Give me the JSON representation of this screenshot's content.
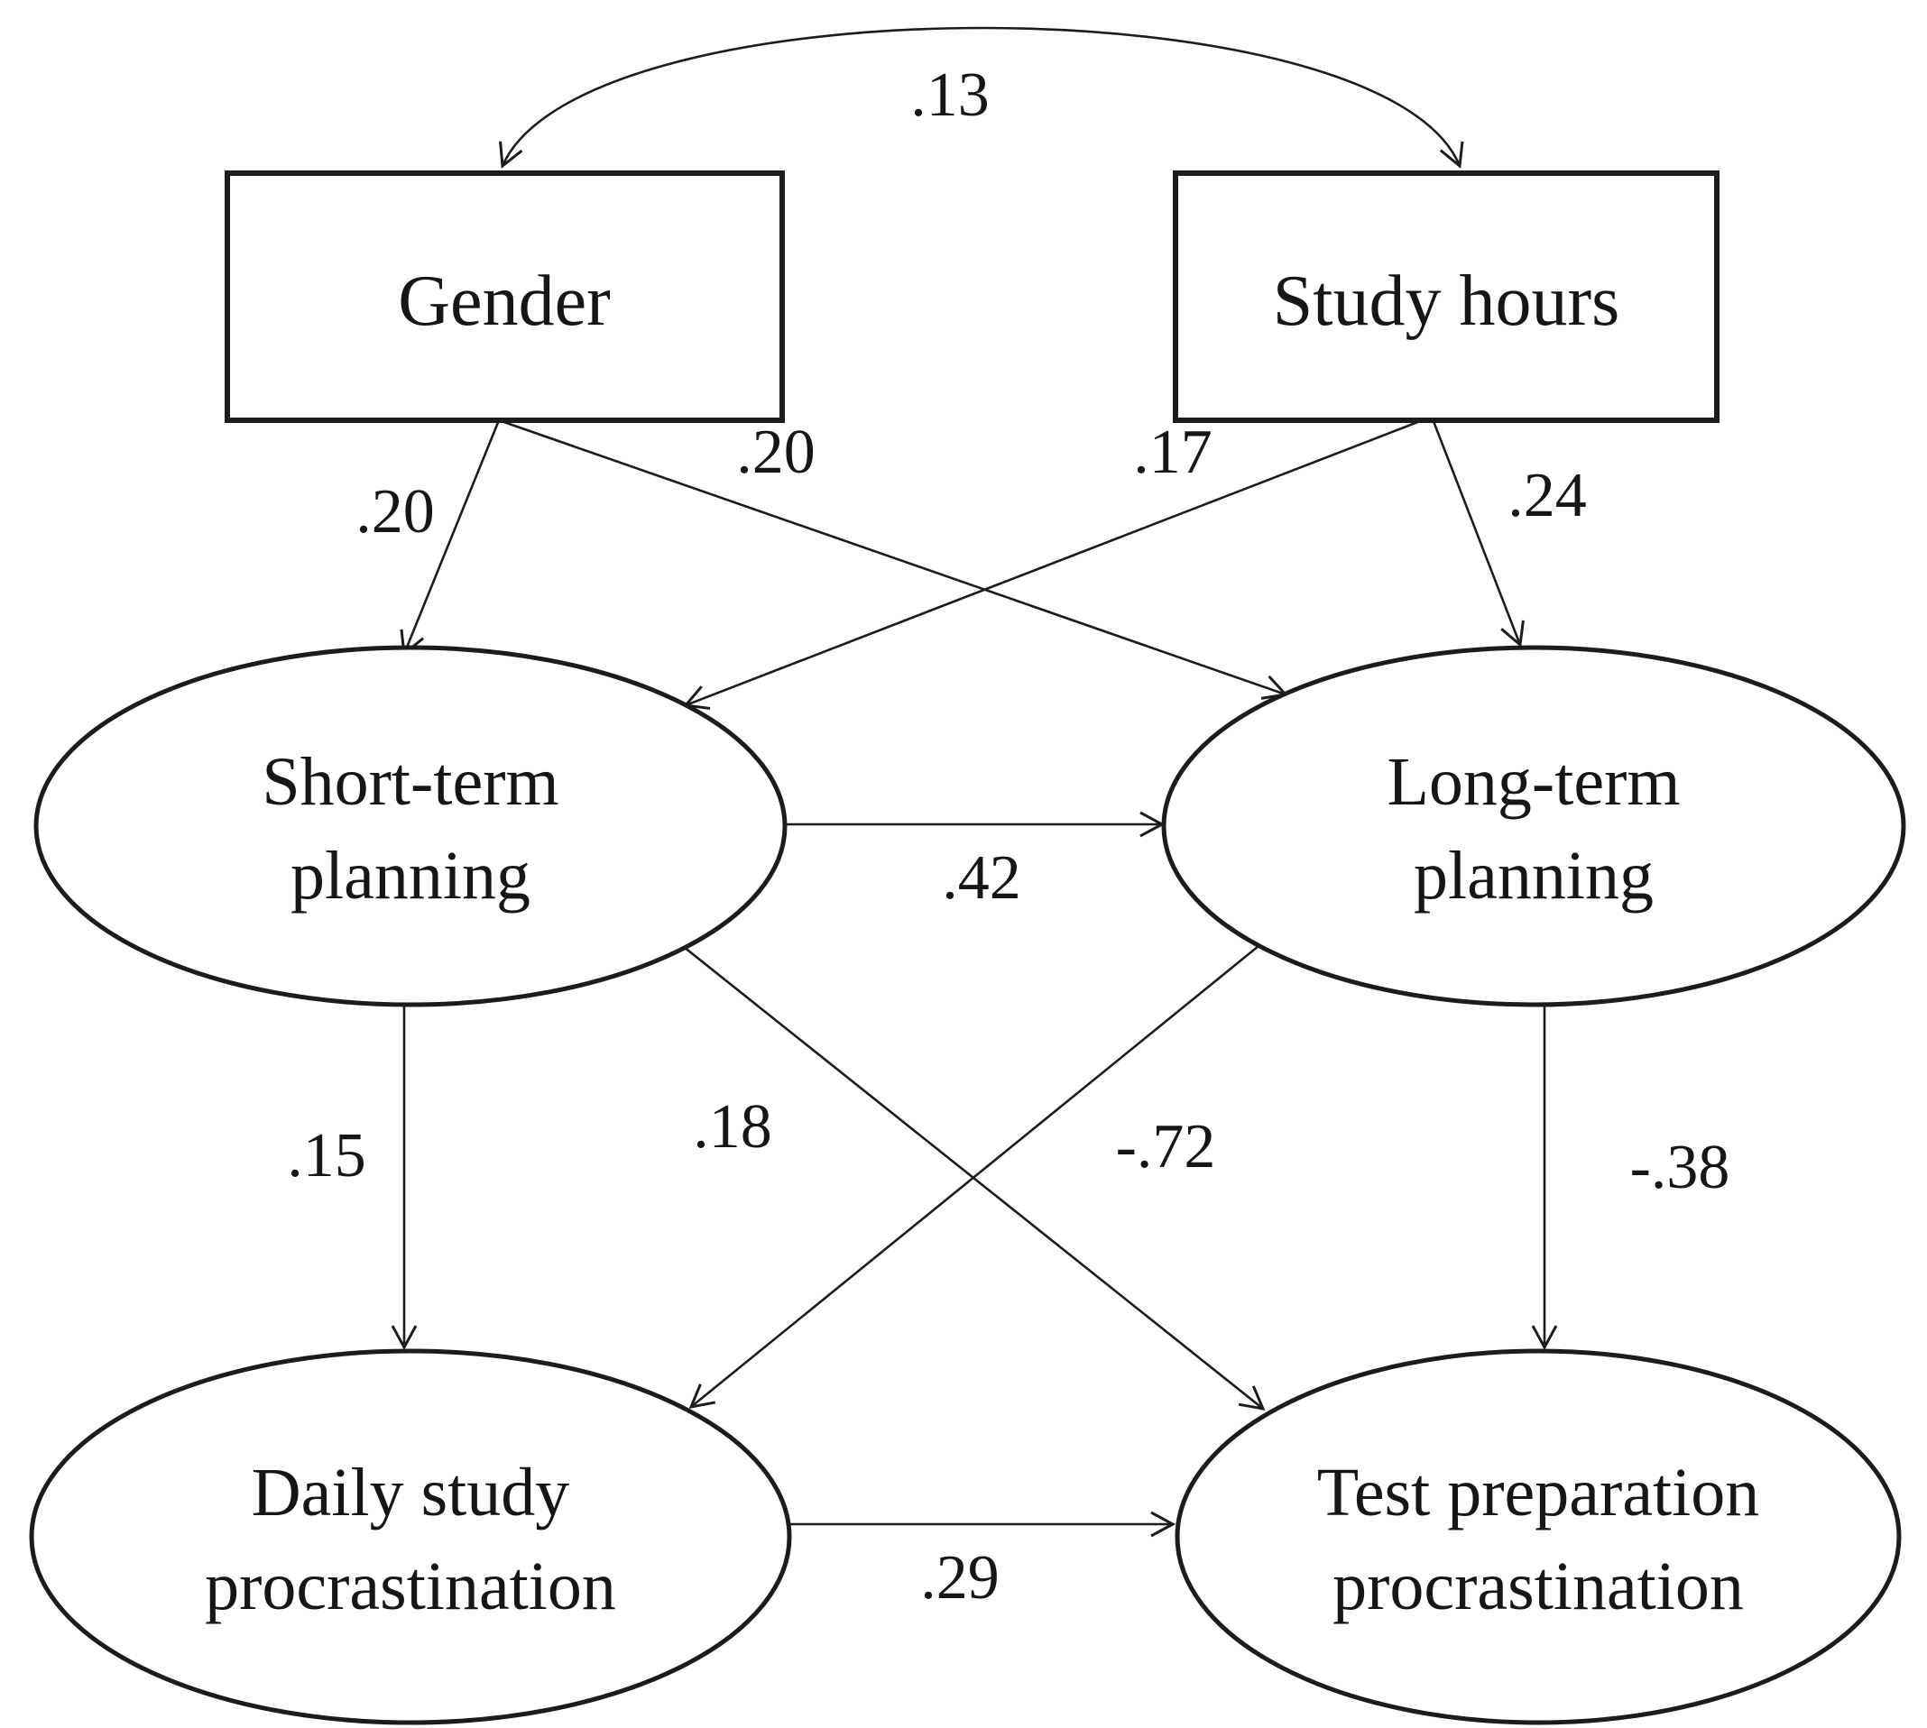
{
  "figure": {
    "type": "path-diagram",
    "background_color": "#ffffff",
    "ink_color": "#1c1c1c",
    "nodes": {
      "gender": {
        "shape": "rectangle",
        "label": "Gender"
      },
      "study_hours": {
        "shape": "rectangle",
        "label": "Study hours"
      },
      "short_term_planning": {
        "shape": "ellipse",
        "line1": "Short-term",
        "line2": "planning"
      },
      "long_term_planning": {
        "shape": "ellipse",
        "line1": "Long-term",
        "line2": "planning"
      },
      "daily_study_procrastination": {
        "shape": "ellipse",
        "line1": "Daily study",
        "line2": "procrastination"
      },
      "test_preparation_procrastination": {
        "shape": "ellipse",
        "line1": "Test preparation",
        "line2": "procrastination"
      }
    },
    "paths": {
      "gender_studyhours_cov": {
        "from": "gender",
        "to": "study_hours",
        "style": "curved-double-headed",
        "coefficient": ".13"
      },
      "gender_short": {
        "from": "gender",
        "to": "short_term_planning",
        "style": "straight-arrow",
        "coefficient": ".20"
      },
      "gender_long": {
        "from": "gender",
        "to": "long_term_planning",
        "style": "straight-arrow",
        "coefficient": ".20"
      },
      "study_short": {
        "from": "study_hours",
        "to": "short_term_planning",
        "style": "straight-arrow",
        "coefficient": ".17"
      },
      "study_long": {
        "from": "study_hours",
        "to": "long_term_planning",
        "style": "straight-arrow",
        "coefficient": ".24"
      },
      "short_long": {
        "from": "short_term_planning",
        "to": "long_term_planning",
        "style": "straight-arrow",
        "coefficient": ".42"
      },
      "short_daily": {
        "from": "short_term_planning",
        "to": "daily_study_procrastination",
        "style": "straight-arrow",
        "coefficient": ".15"
      },
      "short_test": {
        "from": "short_term_planning",
        "to": "test_preparation_procrastination",
        "style": "straight-arrow",
        "coefficient": ".18"
      },
      "long_daily": {
        "from": "long_term_planning",
        "to": "daily_study_procrastination",
        "style": "straight-arrow",
        "coefficient": "-.72"
      },
      "long_test": {
        "from": "long_term_planning",
        "to": "test_preparation_procrastination",
        "style": "straight-arrow",
        "coefficient": "-.38"
      },
      "daily_test": {
        "from": "daily_study_procrastination",
        "to": "test_preparation_procrastination",
        "style": "straight-arrow",
        "coefficient": ".29"
      }
    }
  }
}
